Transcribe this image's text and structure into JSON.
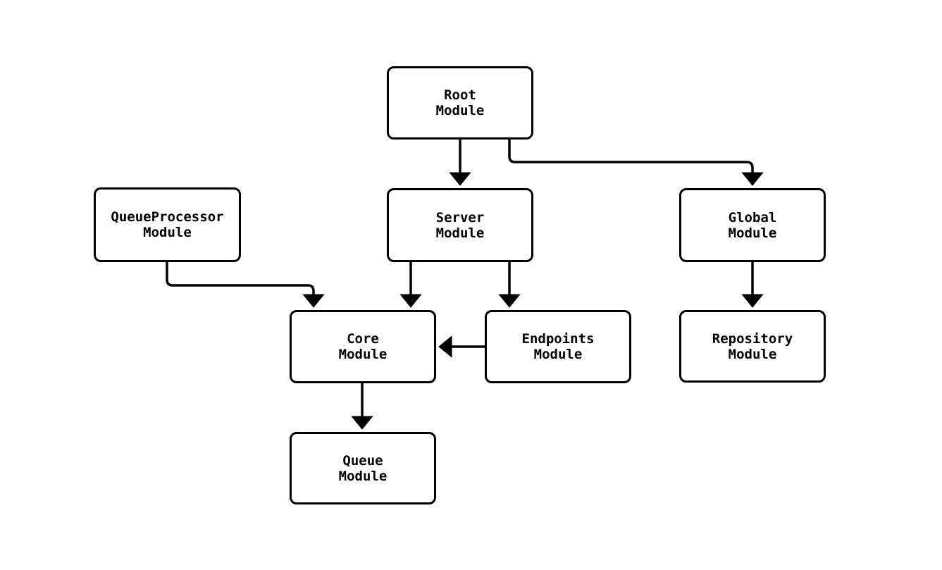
{
  "diagram": {
    "type": "flowchart",
    "colors": {
      "background": "#ffffff",
      "node_fill": "#ffffff",
      "node_stroke": "#000000",
      "edge_stroke": "#000000",
      "text": "#000000"
    },
    "nodes": {
      "root": {
        "label": "Root\nModule"
      },
      "queueProcessor": {
        "label": "QueueProcessor\nModule"
      },
      "server": {
        "label": "Server\nModule"
      },
      "global": {
        "label": "Global\nModule"
      },
      "core": {
        "label": "Core\nModule"
      },
      "endpoints": {
        "label": "Endpoints\nModule"
      },
      "repository": {
        "label": "Repository\nModule"
      },
      "queue": {
        "label": "Queue\nModule"
      }
    },
    "edges": [
      {
        "from": "Root Module",
        "to": "Server Module"
      },
      {
        "from": "Root Module",
        "to": "Global Module"
      },
      {
        "from": "QueueProcessor Module",
        "to": "Core Module"
      },
      {
        "from": "Server Module",
        "to": "Core Module"
      },
      {
        "from": "Server Module",
        "to": "Endpoints Module"
      },
      {
        "from": "Endpoints Module",
        "to": "Core Module"
      },
      {
        "from": "Core Module",
        "to": "Queue Module"
      },
      {
        "from": "Global Module",
        "to": "Repository Module"
      }
    ]
  }
}
